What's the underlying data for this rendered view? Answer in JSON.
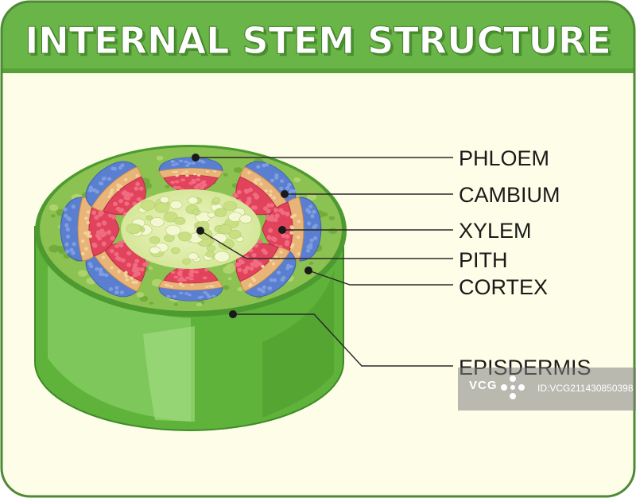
{
  "title": "INTERNAL STEM STRUCTURE",
  "labels": {
    "phloem": "PHLOEM",
    "cambium": "CAMBIUM",
    "xylem": "XYLEM",
    "pith": "PITH",
    "cortex": "CORTEX",
    "epidermis": "EPISDERMIS"
  },
  "watermark": {
    "logo_text": "VCG",
    "id_text": "ID:VCG211430850398"
  },
  "colors": {
    "title_bar": "#6ab547",
    "panel_background": "#fdfde8",
    "border": "#4d8a34",
    "cortex": "#8cc251",
    "pith": "#e2edaa",
    "phloem": "#5b7fd0",
    "cambium": "#e8b478",
    "xylem": "#e2435c",
    "stem_side": "#5fb23a"
  }
}
